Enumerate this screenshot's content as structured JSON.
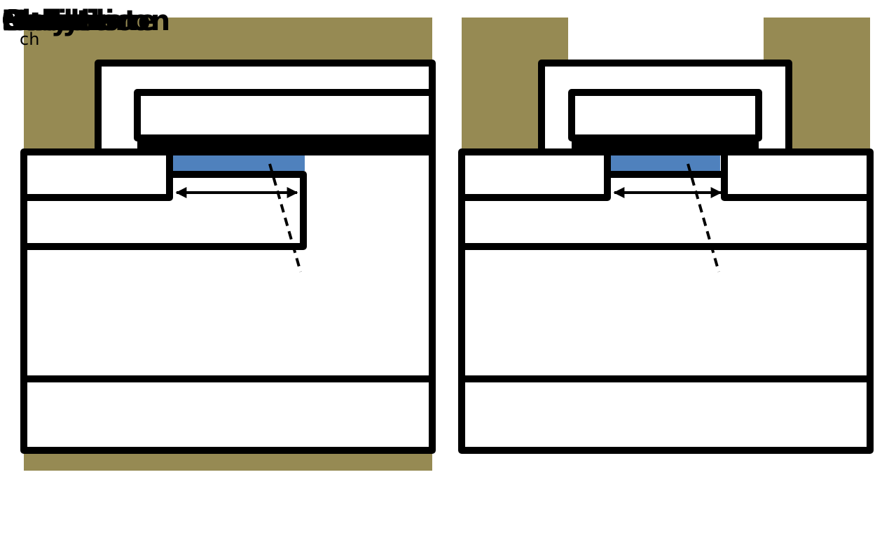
{
  "overlapping_labels": [
    "Source",
    "Gate",
    "Drain",
    "Body",
    "Polysilicon",
    "Oxide",
    "Metal",
    "P+",
    "N+",
    "Shield",
    "Isolation",
    "Substrate"
  ],
  "channel_length_sub": "ch",
  "colors": {
    "fill_olive": "#968a53",
    "channel_blue": "#4f81bd",
    "stroke": "#000000",
    "background": "#ffffff"
  }
}
